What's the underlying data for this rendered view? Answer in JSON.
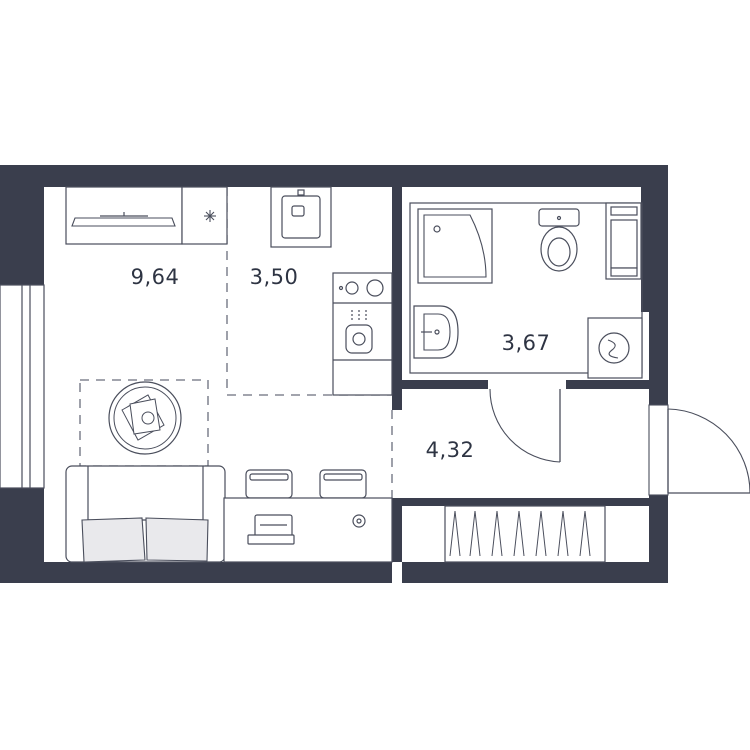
{
  "rooms": [
    {
      "id": "living",
      "area": "9,64"
    },
    {
      "id": "kitchen",
      "area": "3,50"
    },
    {
      "id": "bathroom",
      "area": "3,67"
    },
    {
      "id": "hallway",
      "area": "4,32"
    }
  ],
  "colors": {
    "wall": "#3a3e4d",
    "line": "#4a4e5c",
    "text": "#2e3443",
    "fixture_fill": "#ffffff"
  },
  "icons": [
    "sofa-icon",
    "coffee-table-icon",
    "tv-stand-icon",
    "stove-icon",
    "sink-icon",
    "desk-icon",
    "laptop-icon",
    "chair-icon",
    "shower-icon",
    "toilet-icon",
    "washbasin-icon",
    "washing-machine-icon",
    "water-heater-icon",
    "wardrobe-icon",
    "entrance-door-icon",
    "window-icon"
  ]
}
